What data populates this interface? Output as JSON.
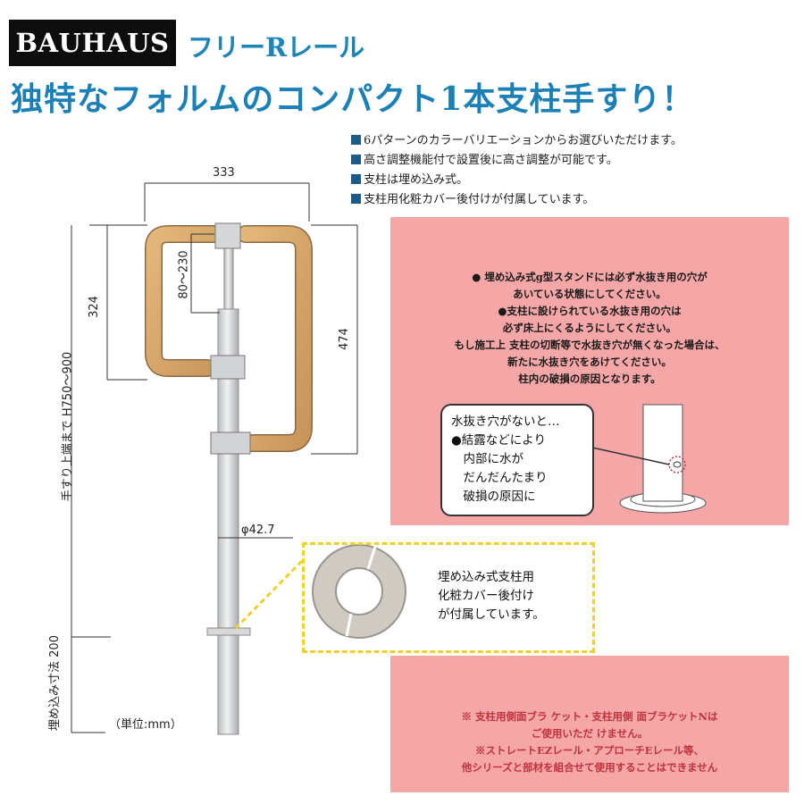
{
  "header": {
    "brand": "BAUHAUS",
    "product": "フリーRレール",
    "headline": "独特なフォルムのコンパクト1本支柱手すり！"
  },
  "features": [
    "6パターンのカラーバリエーションからお選びいただけます。",
    "高さ調整機能付で設置後に高さ調整が可能です。",
    "支柱は埋め込み式。",
    "支柱用化粧カバー後付けが付属しています。"
  ],
  "dimensions": {
    "width": "333",
    "adjust": "80～230",
    "height_324": "324",
    "height_474": "474",
    "total_height": "手すり上端まで H750～900",
    "pipe": "φ42.7",
    "embed": "埋め込み寸法 200",
    "unit": "（単位:mm）"
  },
  "warning1": {
    "icon": "warning-triangle-icon",
    "lines": [
      "● 埋め込み式g型スタンドには必ず水抜き用の穴が",
      "あいている状態にしてください。",
      "●支柱に設けられている水抜き用の穴は",
      "必ず床上にくるようにしてください。",
      "もし施工上 支柱の切断等で水抜き穴が無くなった場合は、",
      "新たに水抜き穴をあけてください。",
      "柱内の破損の原因となります。"
    ],
    "bubble": [
      "水抜き穴がないと…",
      "●結露などにより",
      "　内部に水が",
      "　だんだんたまり",
      "　破損の原因に"
    ]
  },
  "cover_note": [
    "埋め込み式支柱用",
    "化粧カバー後付け",
    "が付属しています。"
  ],
  "warning2": {
    "icon": "warning-triangle-icon",
    "lines": [
      "※ 支柱用側面ブラ ケット・支柱用側 面ブラケットNは",
      "ご使用いただ けません。",
      "※ストレートEZレール・アプローチEレール等、",
      "他シリーズと部材を組合せて使用することはできません"
    ]
  },
  "colors": {
    "brand_bg": "#0d0d0d",
    "title_blue": "#1a80b6",
    "warning_pink": "#f5a6a6",
    "warning_red_text": "#c0323e",
    "dash_yellow": "#f2d02a",
    "wood": "#d9a867"
  }
}
